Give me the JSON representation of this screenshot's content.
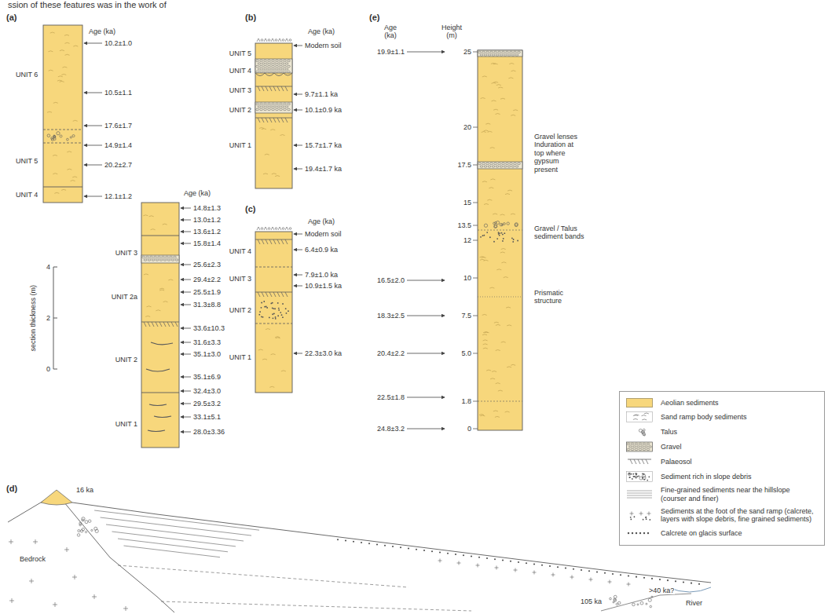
{
  "diagram": {
    "labels": [
      "ssion of these features was in the work of",
      "(a)",
      "Age (ka)",
      "10.2±1.0",
      "10.5±1.1",
      "17.6±1.7",
      "14.9±1.4",
      "20.2±2.7",
      "12.1±1.2",
      "UNIT 6",
      "UNIT 5",
      "UNIT 4",
      "Age (ka)",
      "14.8±1.3",
      "13.0±1.2",
      "13.6±1.2",
      "15.8±1.4",
      "25.6±2.3",
      "29.4±2.2",
      "25.5±1.9",
      "31.3±8.8",
      "33.6±10.3",
      "31.6±3.3",
      "35.1±3.0",
      "35.1±6.9",
      "32.4±3.0",
      "29.5±3.2",
      "33.1±5.1",
      "28.0±3.36",
      "UNIT 3",
      "UNIT 2a",
      "UNIT 2",
      "UNIT 1",
      "section thickness (m)",
      "4",
      "2",
      "0",
      "(b)",
      "Age (ka)",
      "Modern soil",
      "9.7±1.1 ka",
      "10.1±0.9 ka",
      "15.7±1.7 ka",
      "19.4±1.7 ka",
      "UNIT 5",
      "UNIT 4",
      "UNIT 3",
      "UNIT 2",
      "UNIT 1",
      "(c)",
      "Age (ka)",
      "Modern soil",
      "6.4±0.9 ka",
      "7.9±1.0 ka",
      "10.9±1.5 ka",
      "22.3±3.0 ka",
      "UNIT 4",
      "UNIT 3",
      "UNIT 2",
      "UNIT 1",
      "(e)",
      "Age (ka)",
      "Height (m)",
      "19.9±1.1",
      "16.5±2.0",
      "18.3±2.5",
      "20.4±2.2",
      "22.5±1.8",
      "24.8±3.2",
      "25",
      "20",
      "17.5",
      "15",
      "13.5",
      "12",
      "10",
      "7.5",
      "5.0",
      "1.8",
      "0",
      "Gravel lenses Induration at top where gypsum present",
      "Gravel / Talus sediment bands",
      "Prismatic structure",
      "(d)",
      "16 ka",
      "Bedrock",
      ">40 ka?",
      "105 ka",
      "River"
    ],
    "legend": [
      {
        "text": "Aeolian sediments",
        "color": "#f7d77c"
      },
      {
        "text": "Sand ramp body sediments"
      },
      {
        "text": "Talus"
      },
      {
        "text": "Gravel"
      },
      {
        "text": "Palaeosol"
      },
      {
        "text": "Sediment rich in slope debris"
      },
      {
        "text": "Fine-grained sediments near the hillslope (courser and finer)"
      },
      {
        "text": "Sediments at the foot of the sand ramp (calcrete, layers with slope debris, fine grained sediments)"
      },
      {
        "text": "Calcrete on glacis surface"
      }
    ]
  }
}
